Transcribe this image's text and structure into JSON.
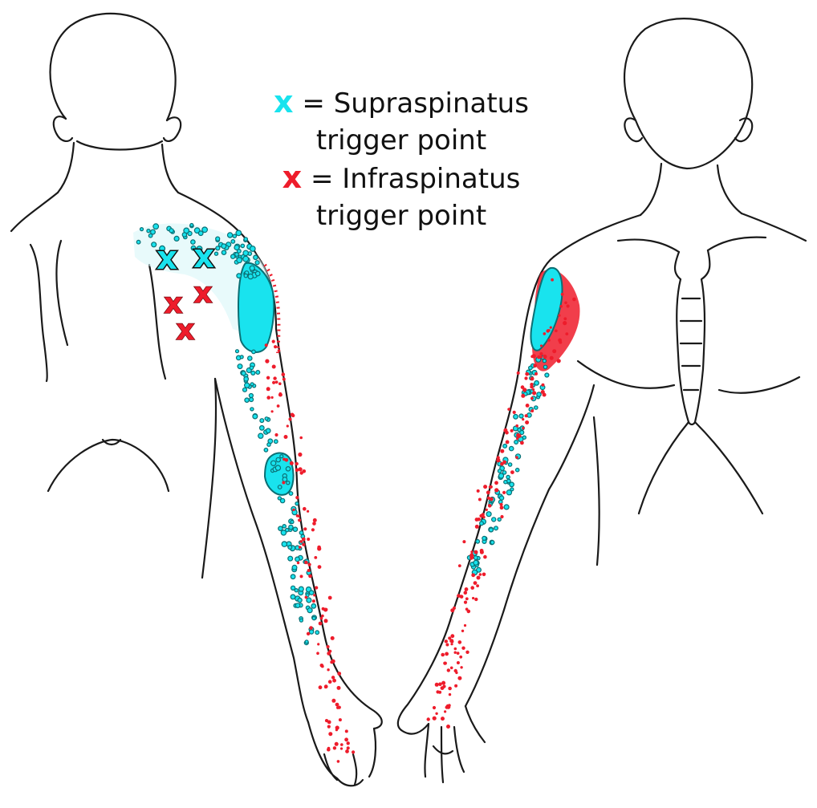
{
  "legend": {
    "supraspinatus": {
      "marker": "x",
      "equals": "=",
      "text": "Supraspinatus",
      "subtext": "trigger point",
      "color": "#19e3ee"
    },
    "infraspinatus": {
      "marker": "x",
      "equals": "=",
      "text": "Infraspinatus",
      "subtext": "trigger point",
      "color": "#ee1c2b"
    }
  },
  "colors": {
    "outline": "#1a1a1a",
    "supraspinatus_referral": "#19e3ee",
    "supraspinatus_dot_edge": "#0b6f74",
    "infraspinatus_referral": "#ee1c2b",
    "background": "#ffffff"
  },
  "figures": {
    "back_view": "posterior-body-outline",
    "front_view": "anterior-body-outline"
  },
  "trigger_points": {
    "supraspinatus_count": 2,
    "infraspinatus_count": 3
  }
}
